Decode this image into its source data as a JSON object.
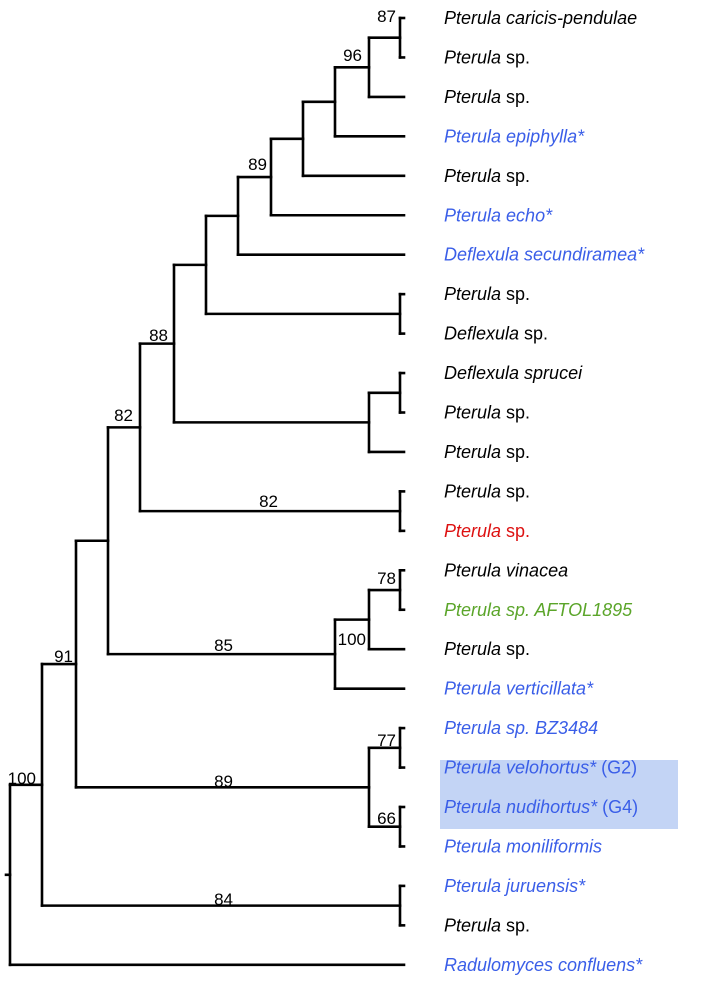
{
  "colors": {
    "black": "#000000",
    "blue": "#3a5ee8",
    "red": "#dd1111",
    "green": "#5ba52a",
    "highlight": "#c3d4f5"
  },
  "taxa": [
    {
      "genus": "Pterula",
      "rest": "caricis-pendulae",
      "rest_italic": true,
      "color": "black"
    },
    {
      "genus": "Pterula",
      "rest": "sp.",
      "rest_italic": false,
      "color": "black"
    },
    {
      "genus": "Pterula",
      "rest": "sp.",
      "rest_italic": false,
      "color": "black"
    },
    {
      "genus": "Pterula",
      "rest": "epiphylla*",
      "rest_italic": true,
      "color": "blue"
    },
    {
      "genus": "Pterula",
      "rest": "sp.",
      "rest_italic": false,
      "color": "black"
    },
    {
      "genus": "Pterula",
      "rest": "echo*",
      "rest_italic": true,
      "color": "blue"
    },
    {
      "genus": "Deflexula",
      "rest": "secundiramea*",
      "rest_italic": true,
      "color": "blue"
    },
    {
      "genus": "Pterula",
      "rest": "sp.",
      "rest_italic": false,
      "color": "black"
    },
    {
      "genus": "Deflexula",
      "rest": "sp.",
      "rest_italic": false,
      "color": "black"
    },
    {
      "genus": "Deflexula",
      "rest": "sprucei",
      "rest_italic": true,
      "color": "black"
    },
    {
      "genus": "Pterula",
      "rest": "sp.",
      "rest_italic": false,
      "color": "black"
    },
    {
      "genus": "Pterula",
      "rest": "sp.",
      "rest_italic": false,
      "color": "black"
    },
    {
      "genus": "Pterula",
      "rest": "sp.",
      "rest_italic": false,
      "color": "black"
    },
    {
      "genus": "Pterula",
      "rest": "sp.",
      "rest_italic": false,
      "color": "red"
    },
    {
      "genus": "Pterula",
      "rest": "vinacea",
      "rest_italic": true,
      "color": "black"
    },
    {
      "genus": "Pterula",
      "rest": "sp. AFTOL1895",
      "rest_italic": true,
      "color": "green"
    },
    {
      "genus": "Pterula",
      "rest": "sp.",
      "rest_italic": false,
      "color": "black"
    },
    {
      "genus": "Pterula",
      "rest": "verticillata*",
      "rest_italic": true,
      "color": "blue"
    },
    {
      "genus": "Pterula",
      "rest": "sp. BZ3484",
      "rest_italic": true,
      "color": "blue"
    },
    {
      "genus": "Pterula",
      "rest": "velohortus*",
      "rest_italic": true,
      "suffix": "(G2)",
      "color": "blue",
      "highlight": true
    },
    {
      "genus": "Pterula",
      "rest": "nudihortus*",
      "rest_italic": true,
      "suffix": "(G4)",
      "color": "blue",
      "highlight": true
    },
    {
      "genus": "Pterula",
      "rest": "moniliformis",
      "rest_italic": true,
      "color": "blue"
    },
    {
      "genus": "Pterula",
      "rest": "juruensis*",
      "rest_italic": true,
      "color": "blue"
    },
    {
      "genus": "Pterula",
      "rest": "sp.",
      "rest_italic": false,
      "color": "black"
    },
    {
      "genus": "Radulomyces",
      "rest": "confluens*",
      "rest_italic": true,
      "color": "blue"
    }
  ],
  "support_values": [
    "87",
    "96",
    "89",
    "88",
    "82",
    "82",
    "78",
    "100",
    "85",
    "77",
    "66",
    "89",
    "91",
    "84",
    "100"
  ]
}
